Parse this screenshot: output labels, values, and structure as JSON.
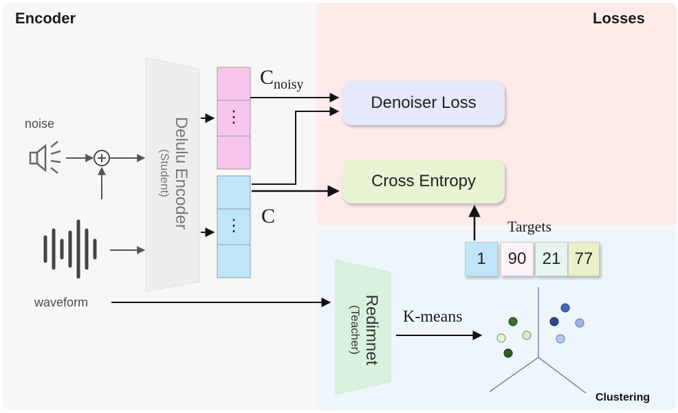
{
  "sections": {
    "encoder": "Encoder",
    "losses": "Losses",
    "clustering": "Clustering"
  },
  "inputs": {
    "noise": "noise",
    "waveform": "waveform"
  },
  "student": {
    "name": "Delulu Encoder",
    "role": "(Student)"
  },
  "teacher": {
    "name": "Redimnet",
    "role": "(Teacher)"
  },
  "features": {
    "c_noisy_main": "C",
    "c_noisy_sub": "noisy",
    "c": "C",
    "ellipsis": "⋮"
  },
  "losses": {
    "denoiser": "Denoiser Loss",
    "cross_entropy": "Cross Entropy"
  },
  "targets": {
    "label": "Targets",
    "values": [
      "1",
      "90",
      "21",
      "77"
    ]
  },
  "kmeans": "K-means",
  "colors": {
    "losses_bg": "#fdebea",
    "clustering_bg": "#eef6fb",
    "noisy_block": "#f8c6ec",
    "clean_block": "#bfe6f8",
    "denoiser_box": "#e6e8fb",
    "cross_entropy_box": "#e9f2d3",
    "student_trapezoid": "#eeeeee",
    "teacher_trapezoid": "#d8f2e0"
  }
}
